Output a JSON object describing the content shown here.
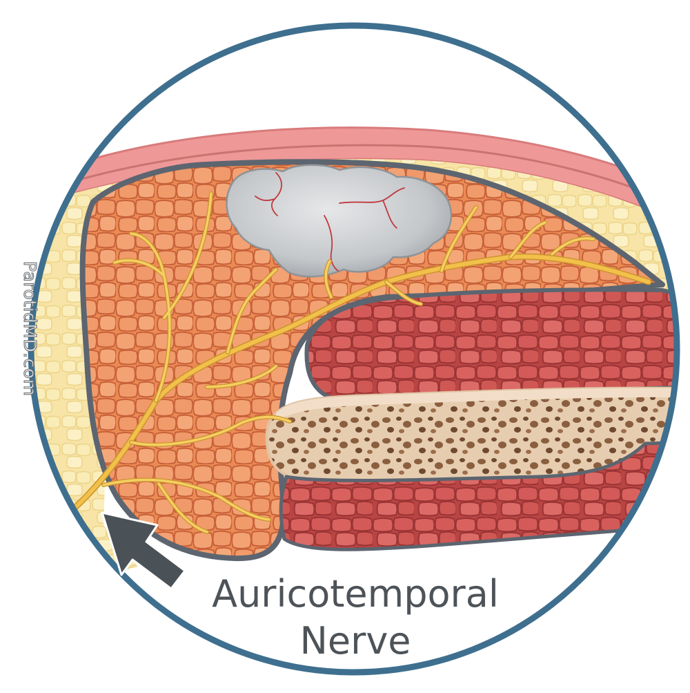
{
  "watermark": "ParotidMD.com",
  "label": {
    "line1": "Auricotemporal",
    "line2": "Nerve"
  },
  "colors": {
    "frame": "#3f6f8f",
    "gland": "#e98a52",
    "fat": "#f6e2a2",
    "skin": "#ef9c9c",
    "muscle": "#c9504f",
    "bone": "#f1dcc4",
    "tumor": "#c2c5c8",
    "nerve": "#f2c04b",
    "arrow": "#4a5258"
  }
}
